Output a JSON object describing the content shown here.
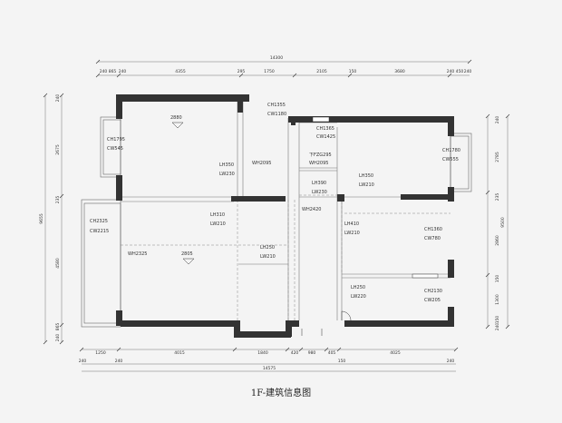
{
  "caption": "1F-建筑信息图",
  "labels": {
    "elev_living": "2880",
    "elev_main": "2805",
    "ch1355": "CH1355",
    "cw1180": "CW1180",
    "ch1365": "CH1365",
    "cw1425": "CW1425",
    "ch1795": "CH1795",
    "cw545": "CW545",
    "ch1780": "CH1780",
    "cw555": "CW555",
    "lh350a": "LH350",
    "lw230a": "LW230",
    "wh2095a": "WH2095",
    "fzg": "下FZG295",
    "wh2095b": "WH2095",
    "lh350b": "LH350",
    "lw210a": "LW210",
    "lh390": "LH390",
    "lw230b": "LW230",
    "ch2325": "CH2325",
    "cw2215": "CW2215",
    "lh310": "LH310",
    "lw210b": "LW210",
    "wh2420": "WH2420",
    "lh410": "LH410",
    "lw210c": "LW210",
    "ch1360": "CH1360",
    "cw780": "CW780",
    "wh2325": "WH2325",
    "lh250a": "LH250",
    "lw210d": "LW210",
    "lh250b": "LH250",
    "lw220": "LW220",
    "ch2130": "CH2130",
    "cw205": "CW205"
  },
  "dims": {
    "top_total": "14300",
    "top": [
      "240",
      "865",
      "240",
      "4355",
      "295",
      "1750",
      "2105",
      "150",
      "3680",
      "240",
      "450",
      "240"
    ],
    "bottom1": [
      "1250",
      "4015",
      "1840",
      "420",
      "980",
      "405",
      "4025"
    ],
    "bottom2": [
      "240",
      "240",
      "150",
      "240"
    ],
    "bottom_total": "14575",
    "left_total": "9655",
    "left": [
      "240",
      "2675",
      "235",
      "4580",
      "865",
      "240"
    ],
    "right_total": "9500",
    "right": [
      "240",
      "2785",
      "235",
      "2860",
      "150",
      "1300",
      "150",
      "240"
    ]
  }
}
